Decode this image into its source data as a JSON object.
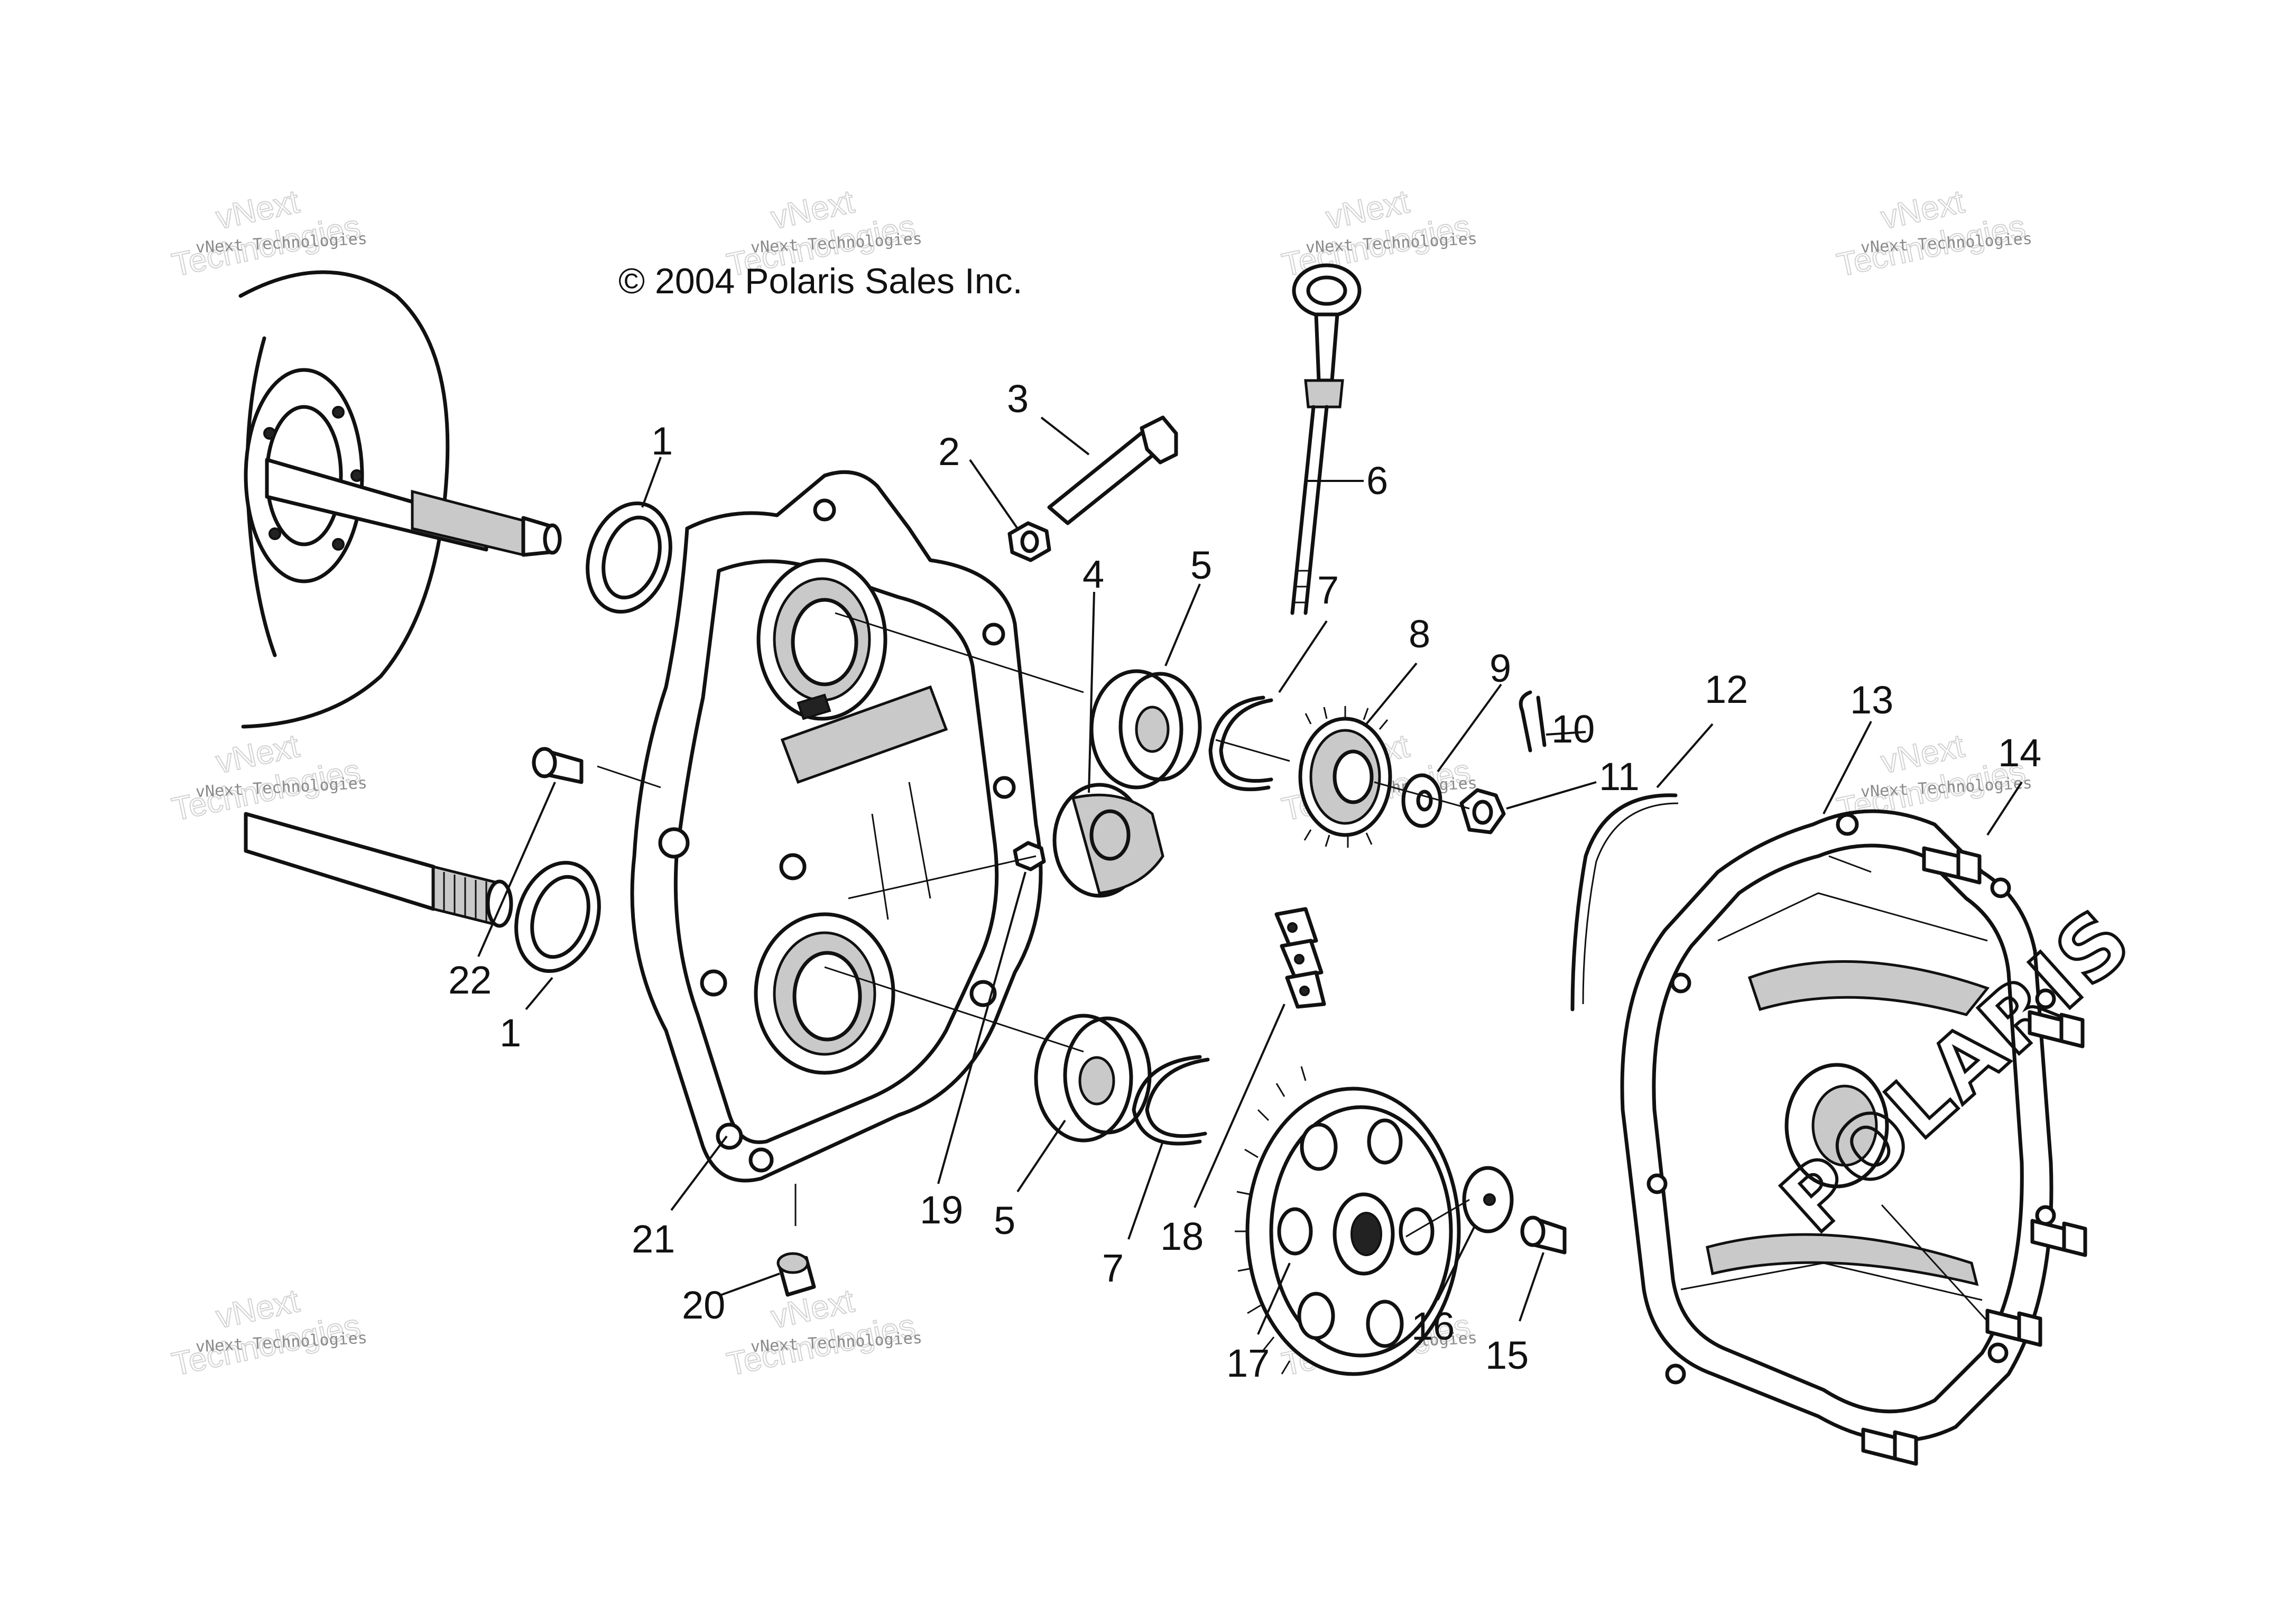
{
  "copyright": "© 2004 Polaris Sales Inc.",
  "brand_logo": "POLARIS",
  "watermark": {
    "small": "vNext Technologies",
    "big_line1": "vNext",
    "big_line2": "Technologies"
  },
  "callouts": [
    "1",
    "2",
    "3",
    "4",
    "5",
    "6",
    "7",
    "8",
    "9",
    "10",
    "11",
    "12",
    "13",
    "14",
    "1",
    "22",
    "19",
    "5",
    "7",
    "18",
    "21",
    "20",
    "17",
    "16",
    "15"
  ]
}
